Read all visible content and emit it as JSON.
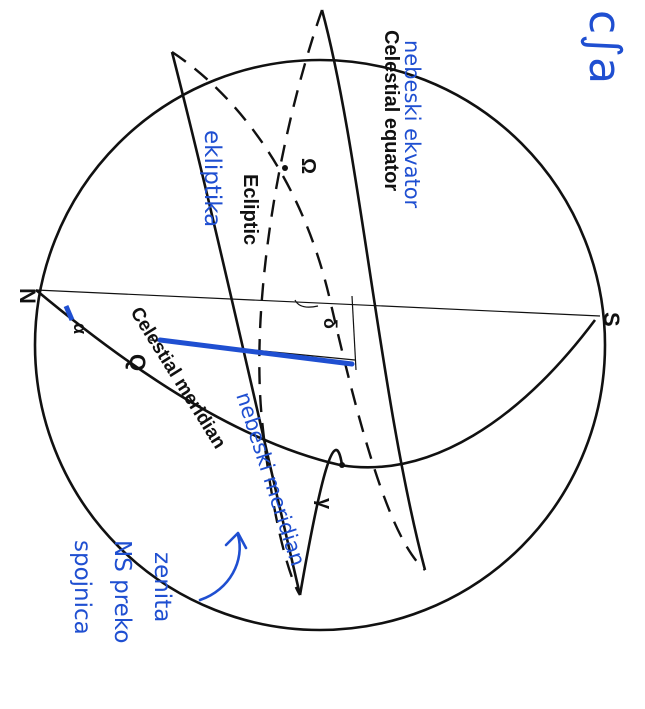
{
  "labels": {
    "north": "N",
    "south": "S",
    "ecliptic": "Ecliptic",
    "celestial_equator": "Celestial equator",
    "celestial_meridian": "Celestial meridian",
    "ascending_node": "Ω",
    "vernal_equinox": "γ",
    "star": "Q",
    "right_ascension": "α",
    "declination": "δ"
  },
  "annotations": {
    "ecliptic_translation": "ekliptika",
    "equator_translation": "nebeski ekvator",
    "meridian_translation": "nebeski meridian",
    "meridian_note_line1": "spojnica",
    "meridian_note_line2": "NS preko",
    "meridian_note_line3": "zenita",
    "corner_scribble": "c∫a"
  },
  "colors": {
    "ink": "#111111",
    "handwriting": "#1f4fd1",
    "paper": "#ffffff"
  }
}
